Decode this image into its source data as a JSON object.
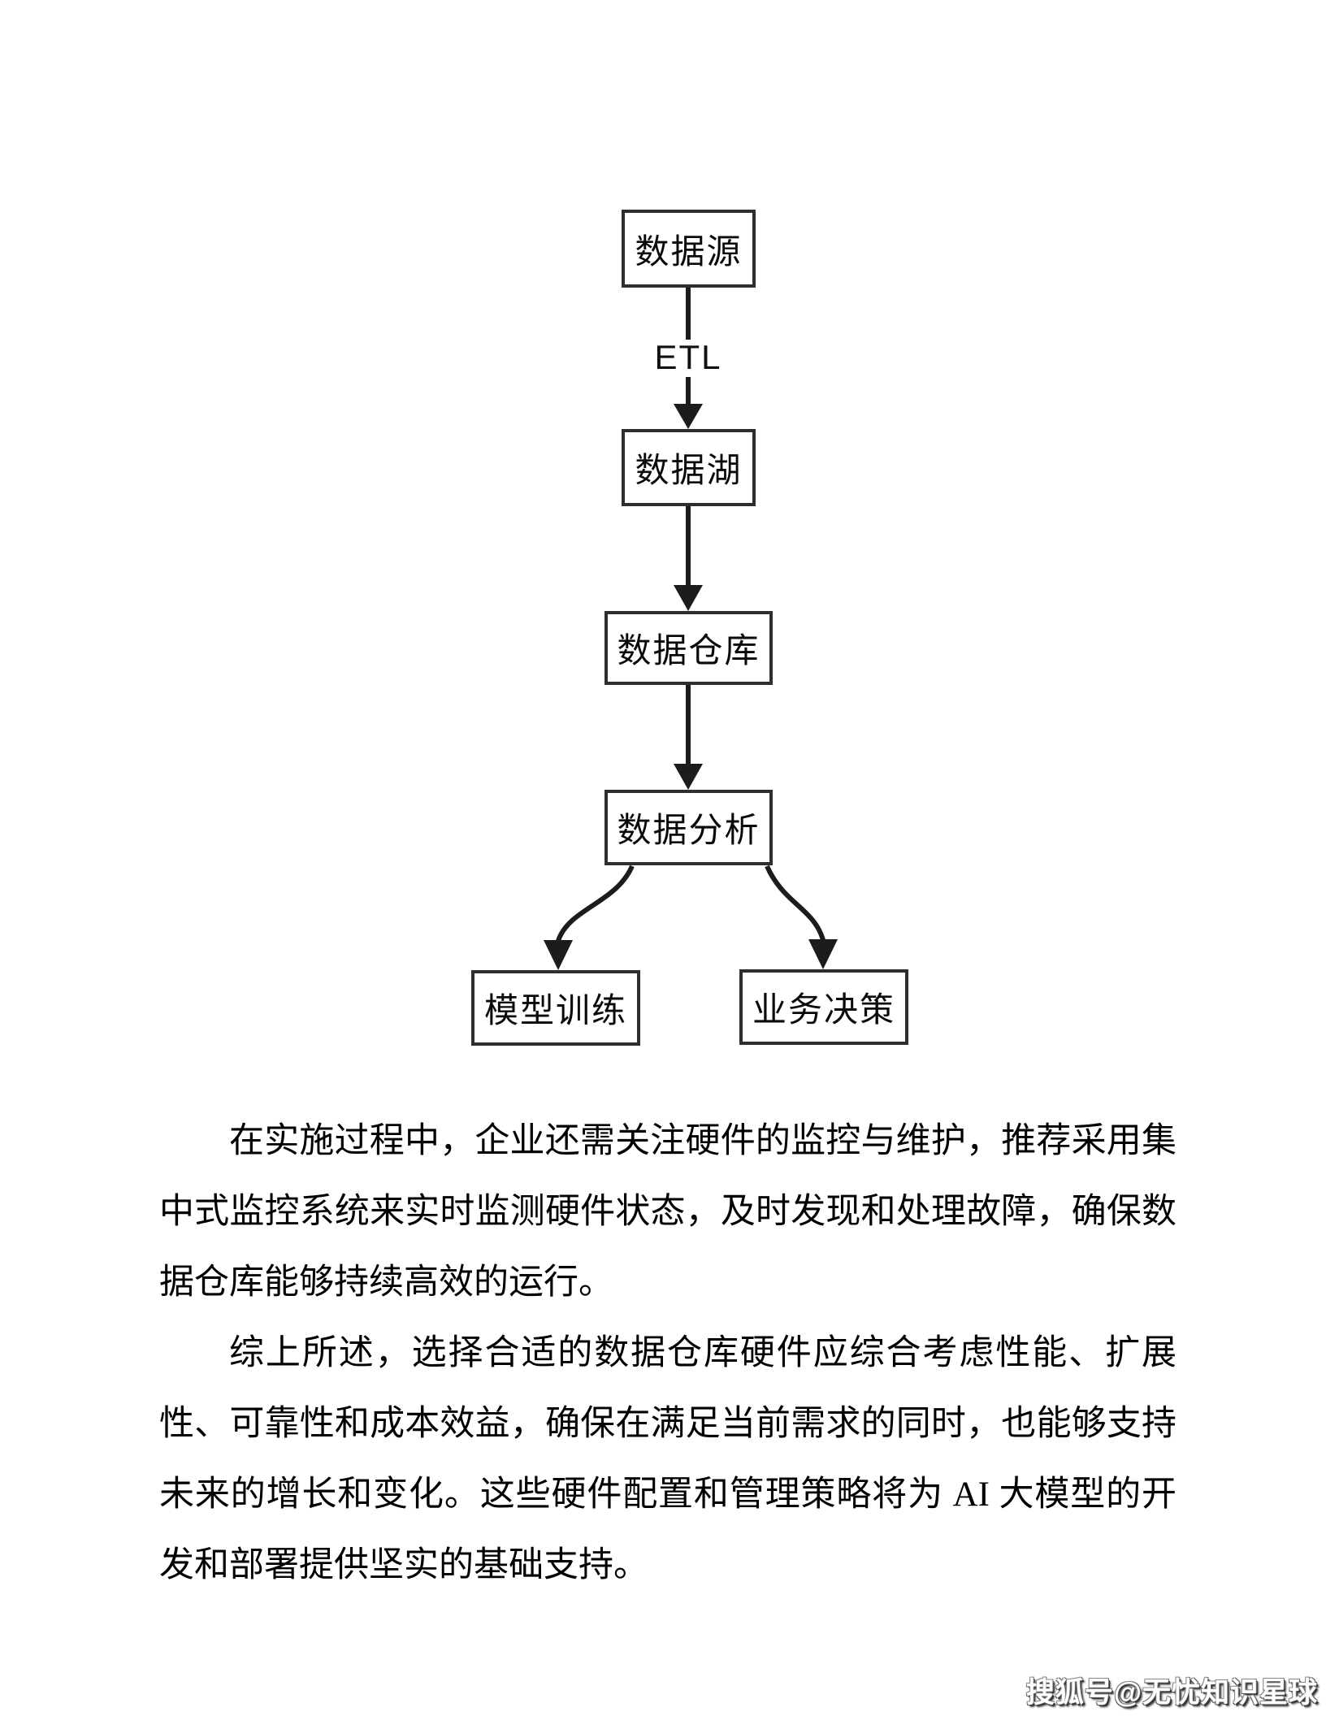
{
  "diagram": {
    "nodes": [
      {
        "id": "data-source",
        "label": "数据源"
      },
      {
        "id": "data-lake",
        "label": "数据湖"
      },
      {
        "id": "data-warehouse",
        "label": "数据仓库"
      },
      {
        "id": "data-analysis",
        "label": "数据分析"
      },
      {
        "id": "model-training",
        "label": "模型训练"
      },
      {
        "id": "business-decision",
        "label": "业务决策"
      }
    ],
    "edges": [
      {
        "from": "data-source",
        "to": "data-lake",
        "label": "ETL"
      },
      {
        "from": "data-lake",
        "to": "data-warehouse",
        "label": ""
      },
      {
        "from": "data-warehouse",
        "to": "data-analysis",
        "label": ""
      },
      {
        "from": "data-analysis",
        "to": "model-training",
        "label": ""
      },
      {
        "from": "data-analysis",
        "to": "business-decision",
        "label": ""
      }
    ],
    "stroke_color": "#1c1c1c",
    "border_color": "#2e2e2e"
  },
  "body": {
    "paragraphs": [
      {
        "lines": [
          "在实施过程中，企业还需关注硬件的监控与维护，推荐采用集",
          "中式监控系统来实时监测硬件状态，及时发现和处理故障，确保数",
          "据仓库能够持续高效的运行。"
        ]
      },
      {
        "lines": [
          "综上所述，选择合适的数据仓库硬件应综合考虑性能、扩展",
          "性、可靠性和成本效益，确保在满足当前需求的同时，也能够支持",
          "未来的增长和变化。这些硬件配置和管理策略将为 AI 大模型的开",
          "发和部署提供坚实的基础支持。"
        ]
      }
    ]
  },
  "watermark": {
    "text": "搜狐号@无忧知识星球"
  }
}
